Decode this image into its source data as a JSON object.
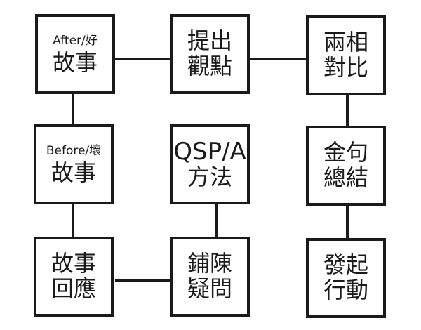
{
  "boxes": {
    "after_story": {
      "line1": "After/好",
      "line2": "故事"
    },
    "present_view": {
      "line1": "提出",
      "line2": "觀點"
    },
    "compare": {
      "line1": "兩相",
      "line2": "對比"
    },
    "before_story": {
      "line1": "Before/壞",
      "line2": "故事"
    },
    "qsp_method": {
      "line1": "QSP/A",
      "line2": "方法"
    },
    "golden_summary": {
      "line1": "金句",
      "line2": "總結"
    },
    "story_response": {
      "line1": "故事",
      "line2": "回應"
    },
    "raise_question": {
      "line1": "鋪陳",
      "line2": "疑問"
    },
    "call_to_action": {
      "line1": "發起",
      "line2": "行動"
    }
  },
  "colors": {
    "stroke": "#1a1a1a",
    "background": "#ffffff"
  }
}
